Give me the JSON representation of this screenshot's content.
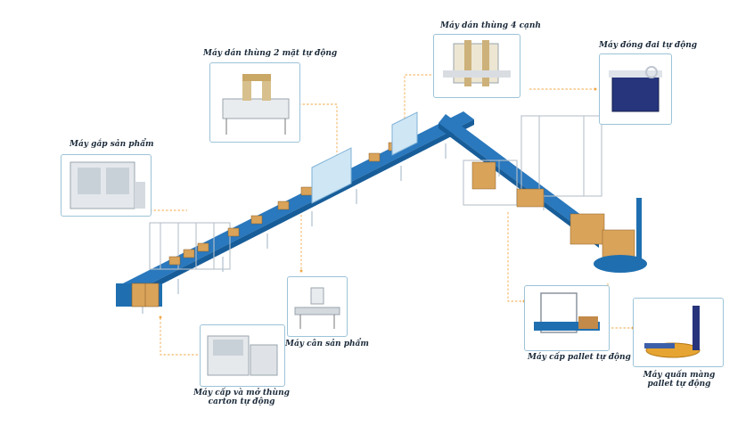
{
  "labels": {
    "case_erector": "Máy cấp và mở thùng carton tự động",
    "case_packer": "Máy gắp sản phẩm",
    "top_bottom_sealer": "Máy dán thùng 2 mặt tự động",
    "checkweigher": "Máy cân sản phẩm",
    "four_side_sealer": "Máy dán thùng 4 cạnh",
    "strapping_machine": "Máy đóng đai tự động",
    "pallet_dispenser": "Máy cấp pallet tự động",
    "stretch_wrapper": "Máy quấn màng pallet tự động"
  },
  "colors": {
    "conveyor_blue": "#1f6fb0",
    "carton": "#d9a35a",
    "leader_line": "#f2a94a",
    "frame_steel": "#c8ced6"
  }
}
